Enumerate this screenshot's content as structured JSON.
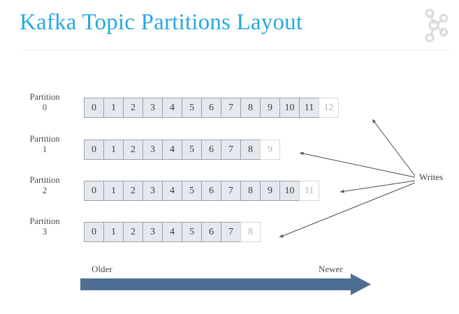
{
  "header": {
    "title": "Kafka Topic Partitions Layout",
    "logo_icon": "kafka-logo-icon",
    "title_color": "#28a8e0",
    "divider_color": "#eceff1"
  },
  "diagram": {
    "writes_label": "Writes",
    "older_label": "Older",
    "newer_label": "Newer",
    "arrow_color": "#4f6e93",
    "cell_fill_color": "#e4e9ef",
    "cell_border_color": "#9aa0a6",
    "empty_cell_color": "#ffffff",
    "partitions": [
      {
        "name": "Partition",
        "index": "0",
        "offsets": [
          "0",
          "1",
          "2",
          "3",
          "4",
          "5",
          "6",
          "7",
          "8",
          "9",
          "10",
          "11"
        ],
        "next_offset": "12"
      },
      {
        "name": "Partition",
        "index": "1",
        "offsets": [
          "0",
          "1",
          "2",
          "3",
          "4",
          "5",
          "6",
          "7",
          "8"
        ],
        "next_offset": "9"
      },
      {
        "name": "Partition",
        "index": "2",
        "offsets": [
          "0",
          "1",
          "2",
          "3",
          "4",
          "5",
          "6",
          "7",
          "8",
          "9",
          "10"
        ],
        "next_offset": "11"
      },
      {
        "name": "Partition",
        "index": "3",
        "offsets": [
          "0",
          "1",
          "2",
          "3",
          "4",
          "5",
          "6",
          "7"
        ],
        "next_offset": "8"
      }
    ]
  }
}
